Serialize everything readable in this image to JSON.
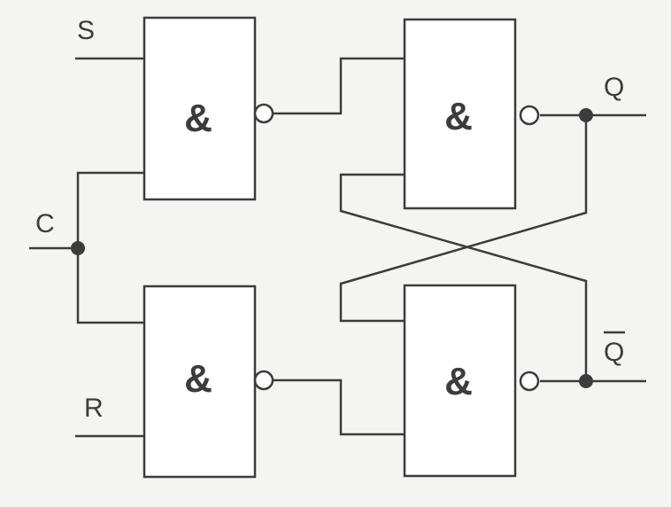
{
  "inputs": {
    "s": "S",
    "c": "C",
    "r": "R"
  },
  "outputs": {
    "q": "Q",
    "q_bar": "Q"
  },
  "gates": {
    "g1": "&",
    "g2": "&",
    "g3": "&",
    "g4": "&"
  }
}
